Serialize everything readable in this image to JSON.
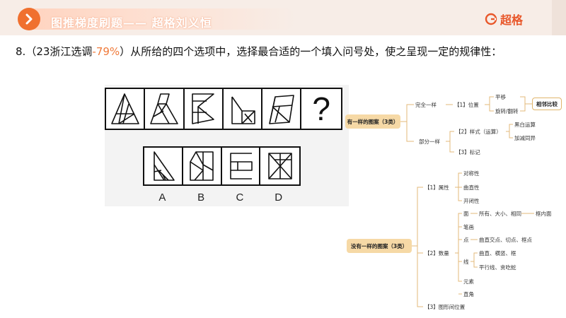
{
  "header": {
    "title": "图推梯度刷题—— 超格刘义恒",
    "brand": "超格",
    "accent": "#f0702f"
  },
  "question": {
    "number": "8.",
    "source_prefix": "（23浙江选调",
    "accuracy": "-79%",
    "source_suffix": "）",
    "text": "从所给的四个选项中，选择最合适的一个填入问号处，使之呈现一定的规律性："
  },
  "puzzle": {
    "question_mark": "?",
    "options": [
      "A",
      "B",
      "C",
      "D"
    ]
  },
  "mindmap": {
    "branch1": {
      "root": "有一样的图案（3类）",
      "same": "完全一样",
      "position": "【1】位置",
      "translate": "平移",
      "rotate": "旋转/翻转",
      "compare": "相邻比较",
      "partial": "部分一样",
      "style": "【2】样式（运算）",
      "bw_op": "黑白运算",
      "add_sub": "加减同异",
      "mark": "【3】标记"
    },
    "branch2": {
      "root": "没有一样的图案（3类）",
      "attr": "【1】属性",
      "symmetry": "对称性",
      "curve": "曲直性",
      "open_close": "开闭性",
      "quantity": "【2】数量",
      "face": "面",
      "face_detail": "所有、大小、相同",
      "frame_face": "框内面",
      "stroke": "笔画",
      "point": "点",
      "point_detail": "曲直交点、切点、框点",
      "line": "线",
      "line_detail1": "曲直、横竖、框",
      "line_detail2": "平行线、贪吃蛇",
      "element": "元素",
      "angle": "直角",
      "relation": "【3】图形间位置"
    }
  }
}
